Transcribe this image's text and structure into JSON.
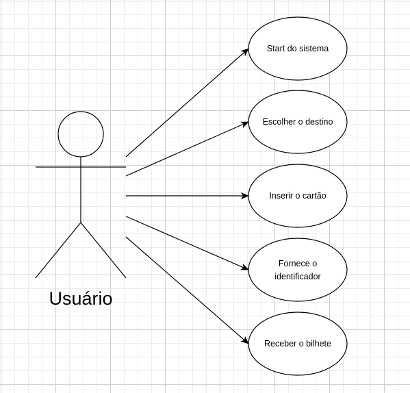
{
  "diagram": {
    "actor": {
      "name": "Usuário"
    },
    "use_cases": [
      {
        "label_lines": [
          "Start do sistema"
        ]
      },
      {
        "label_lines": [
          "Escolher o destino"
        ]
      },
      {
        "label_lines": [
          "Inserir o cartão"
        ]
      },
      {
        "label_lines": [
          "Fornece o",
          "identificador"
        ]
      },
      {
        "label_lines": [
          "Receber o bilhete"
        ]
      }
    ]
  }
}
